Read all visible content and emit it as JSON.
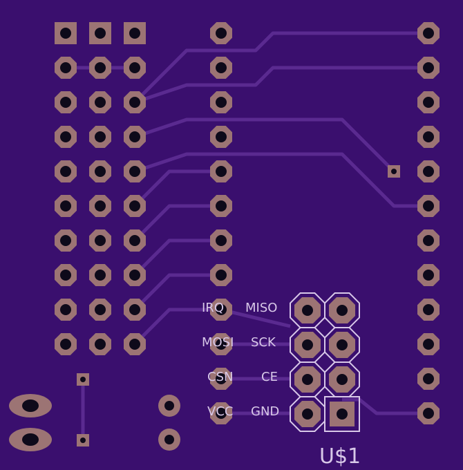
{
  "board": {
    "background": "#3a0f6e",
    "trace_color": "#5a2a90",
    "pad_color": "#9c7474",
    "hole_color": "#0e0a1a",
    "silk_color": "#d8c8e8"
  },
  "header_labels": {
    "row1_left": "IRQ",
    "row1_right": "MISO",
    "row2_left": "MOSI",
    "row2_right": "SCK",
    "row3_left": "CSN",
    "row3_right": "CE",
    "row4_left": "VCC",
    "row4_right": "GND"
  },
  "part_label": "U$1"
}
